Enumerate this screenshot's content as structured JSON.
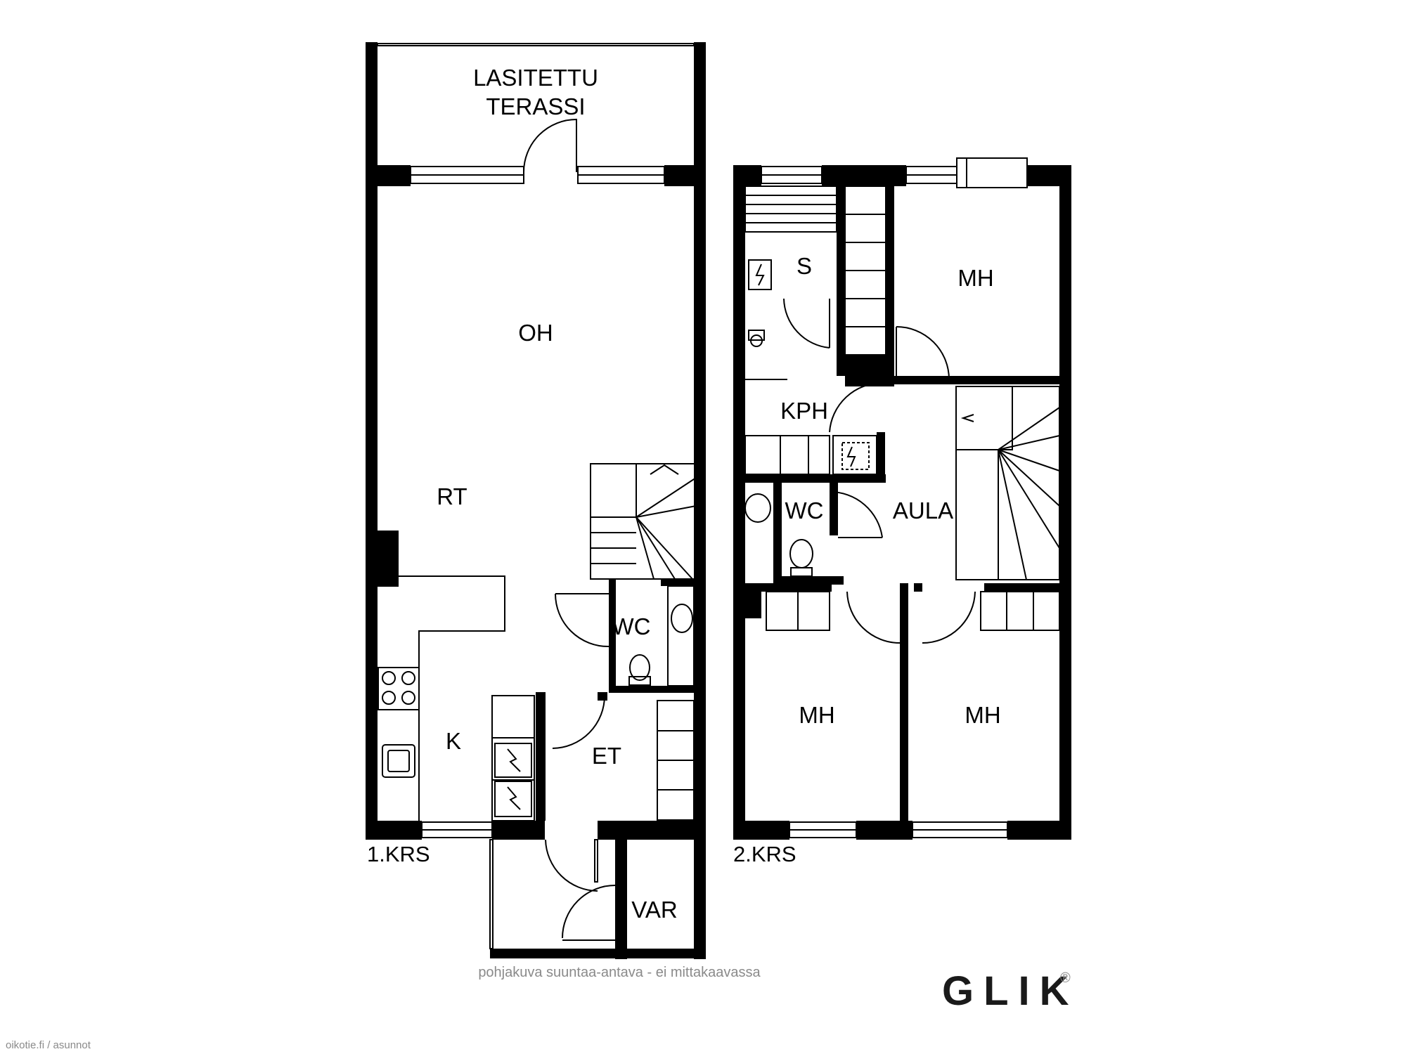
{
  "labels": {
    "terrace_line1": "LASITETTU",
    "terrace_line2": "TERASSI",
    "oh": "OH",
    "rt": "RT",
    "k": "K",
    "wc1": "WC",
    "et": "ET",
    "var": "VAR",
    "s": "S",
    "kph": "KPH",
    "wc2": "WC",
    "aula": "AULA",
    "mh_top": "MH",
    "mh_left": "MH",
    "mh_right": "MH"
  },
  "floors": {
    "first": "1.KRS",
    "second": "2.KRS"
  },
  "footer": {
    "note": "pohjakuva suuntaa-antava - ei mittakaavassa",
    "brand": "GLIK",
    "registered": "®",
    "watermark": "oikotie.fi / asunnot"
  }
}
